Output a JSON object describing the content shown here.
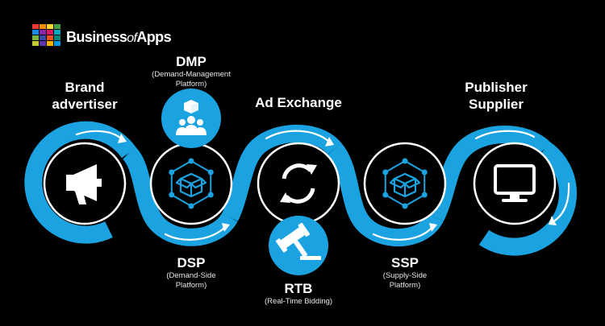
{
  "brand": {
    "name_part1": "Business",
    "name_part2": "of",
    "name_part3": "Apps",
    "grid_colors": [
      "#e53935",
      "#fb8c00",
      "#fdd835",
      "#43a047",
      "#1e88e5",
      "#8e24aa",
      "#d81b60",
      "#00acc1",
      "#7cb342",
      "#3949ab",
      "#f4511e",
      "#00897b",
      "#c0ca33",
      "#5e35b1",
      "#ffb300",
      "#039be5"
    ]
  },
  "colors": {
    "accent": "#1aa3e0",
    "background": "#000000",
    "text": "#ffffff"
  },
  "stages": [
    {
      "id": "brand-advertiser",
      "title_line1": "Brand",
      "title_line2": "advertiser",
      "icon": "megaphone-icon"
    },
    {
      "id": "dsp",
      "title": "DSP",
      "subtitle_line1": "(Demand-Side",
      "subtitle_line2": "Platform)",
      "icon": "cube-network-icon"
    },
    {
      "id": "ad-exchange",
      "title": "Ad Exchange",
      "icon": "refresh-icon"
    },
    {
      "id": "ssp",
      "title": "SSP",
      "subtitle_line1": "(Supply-Side",
      "subtitle_line2": "Platform)",
      "icon": "cube-network-icon"
    },
    {
      "id": "publisher-supplier",
      "title_line1": "Publisher",
      "title_line2": "Supplier",
      "icon": "monitor-icon"
    }
  ],
  "satellites": [
    {
      "id": "dmp",
      "title": "DMP",
      "subtitle_line1": "(Demand-Management",
      "subtitle_line2": "Platform)",
      "icon": "users-box-icon"
    },
    {
      "id": "rtb",
      "title": "RTB",
      "subtitle": "(Real-Time Bidding)",
      "icon": "gavel-icon"
    }
  ]
}
